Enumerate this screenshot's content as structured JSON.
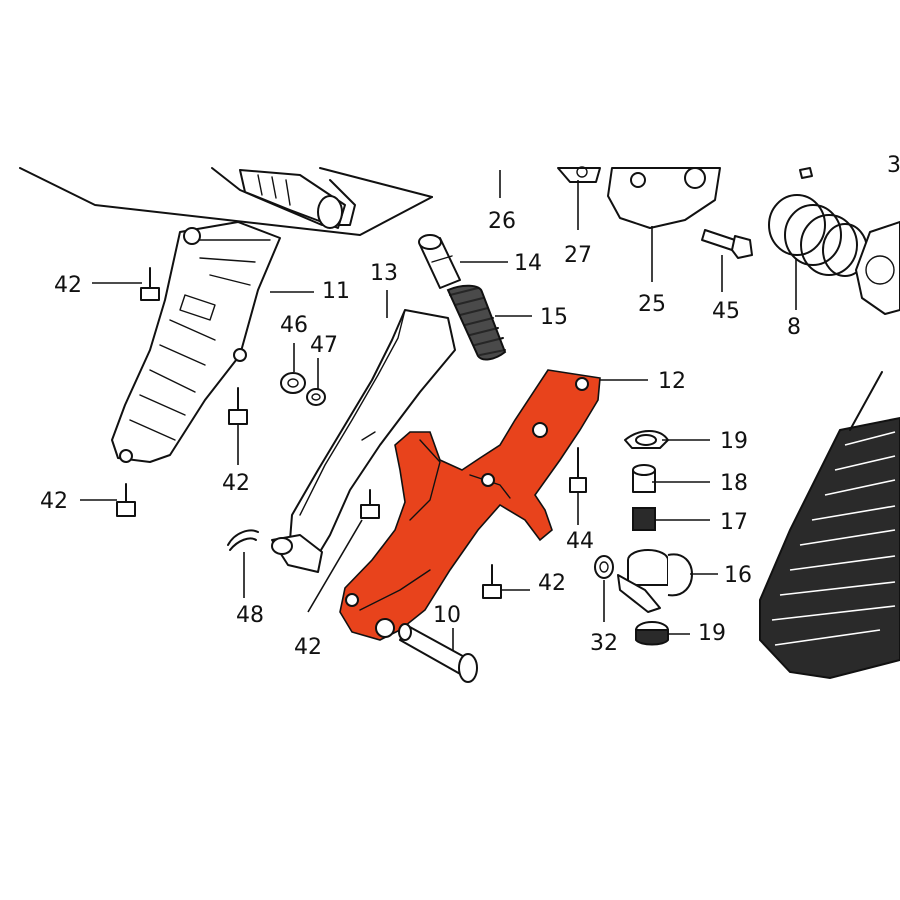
{
  "highlight_color": "#e8431c",
  "highlighted_part": "12",
  "callouts": [
    {
      "id": "c26",
      "label": "26"
    },
    {
      "id": "c27",
      "label": "27"
    },
    {
      "id": "c25",
      "label": "25"
    },
    {
      "id": "c45",
      "label": "45"
    },
    {
      "id": "c8",
      "label": "8"
    },
    {
      "id": "c3",
      "label": "3"
    },
    {
      "id": "c42a",
      "label": "42"
    },
    {
      "id": "c11",
      "label": "11"
    },
    {
      "id": "c13",
      "label": "13"
    },
    {
      "id": "c14",
      "label": "14"
    },
    {
      "id": "c15",
      "label": "15"
    },
    {
      "id": "c46",
      "label": "46"
    },
    {
      "id": "c47",
      "label": "47"
    },
    {
      "id": "c12",
      "label": "12"
    },
    {
      "id": "c19a",
      "label": "19"
    },
    {
      "id": "c18",
      "label": "18"
    },
    {
      "id": "c17",
      "label": "17"
    },
    {
      "id": "c42b",
      "label": "42"
    },
    {
      "id": "c42c",
      "label": "42"
    },
    {
      "id": "c44",
      "label": "44"
    },
    {
      "id": "c42d",
      "label": "42"
    },
    {
      "id": "c16",
      "label": "16"
    },
    {
      "id": "c48",
      "label": "48"
    },
    {
      "id": "c42e",
      "label": "42"
    },
    {
      "id": "c10",
      "label": "10"
    },
    {
      "id": "c32",
      "label": "32"
    },
    {
      "id": "c19b",
      "label": "19"
    }
  ]
}
